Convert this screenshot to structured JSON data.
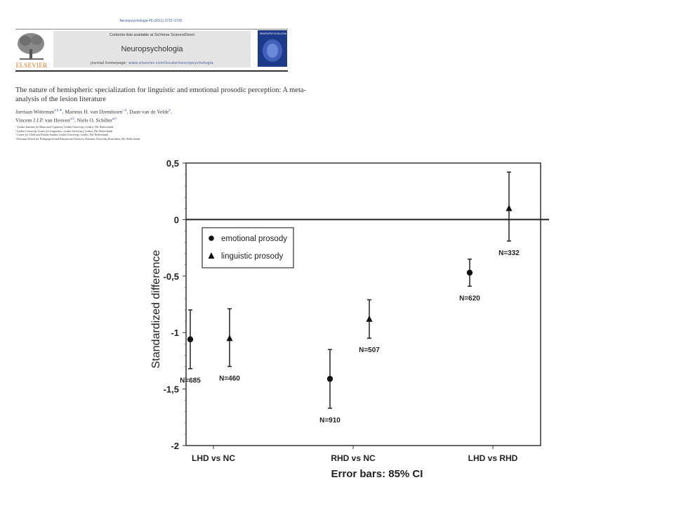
{
  "header": {
    "citation": "Neuropsychologia 49 (2011) 3722–3730",
    "contents_available": "Contents lists available at SciVerse ScienceDirect",
    "journal_name": "Neuropsychologia",
    "homepage_prefix": "journal homepage: ",
    "homepage_url": "www.elsevier.com/locate/neuropsychologia",
    "publisher_logo_text": "ELSEVIER",
    "cover_text": "NEUROPSYCHOLOGIA"
  },
  "paper": {
    "title": "The nature of hemispheric specialization for linguistic and emotional prosodic perception: A meta-analysis of the lesion literature",
    "authors_line1": [
      {
        "name": "Jurriaan Witteman",
        "sup": "a,b,∗"
      },
      {
        "name": ", Marinus H. van IJzendoorn",
        "sup": "c,d"
      },
      {
        "name": ", Daan van de Velde",
        "sup": "b"
      },
      {
        "name": ",",
        "sup": ""
      }
    ],
    "authors_line2": [
      {
        "name": "Vincent J.J.P. van Heuven",
        "sup": "a,b"
      },
      {
        "name": ", Niels O. Schiller",
        "sup": "a,b"
      }
    ],
    "affiliations": [
      "ᵃ Leiden Institute for Brain and Cognition, Leiden University, Leiden, The Netherlands",
      "ᵇ Leiden University Centre for Linguistics, Leiden University, Leiden, The Netherlands",
      "ᶜ Centre for Child and Family Studies, Leiden University, Leiden, The Netherlands",
      "ᵈ Erasmus School for Pedagogical and Educational Sciences, Erasmus University Rotterdam, The Netherlands"
    ]
  },
  "chart_data": {
    "type": "scatter",
    "ylabel": "Standardized difference",
    "xlabel": "Error bars: 85% CI",
    "ylim": [
      -2,
      0.5
    ],
    "yticks": [
      0.5,
      0,
      -0.5,
      -1,
      -1.5,
      -2
    ],
    "ytick_labels": [
      "0,5",
      "0",
      "-0,5",
      "-1",
      "-1,5",
      "-2"
    ],
    "categories": [
      "LHD vs NC",
      "RHD vs NC",
      "LHD vs RHD"
    ],
    "reference_line": 0,
    "legend_position": "upper-left",
    "series": [
      {
        "name": "emotional prosody",
        "marker": "circle",
        "values": [
          -1.06,
          -1.41,
          -0.47
        ],
        "ci_low": [
          -1.32,
          -1.67,
          -0.59
        ],
        "ci_high": [
          -0.8,
          -1.15,
          -0.35
        ],
        "n_labels": [
          "N=685",
          "N=910",
          "N=620"
        ]
      },
      {
        "name": "linguistic prosody",
        "marker": "triangle",
        "values": [
          -1.05,
          -0.88,
          0.1
        ],
        "ci_low": [
          -1.3,
          -1.05,
          -0.19
        ],
        "ci_high": [
          -0.79,
          -0.71,
          0.42
        ],
        "n_labels": [
          "N=460",
          "N=507",
          "N=332"
        ]
      }
    ]
  }
}
